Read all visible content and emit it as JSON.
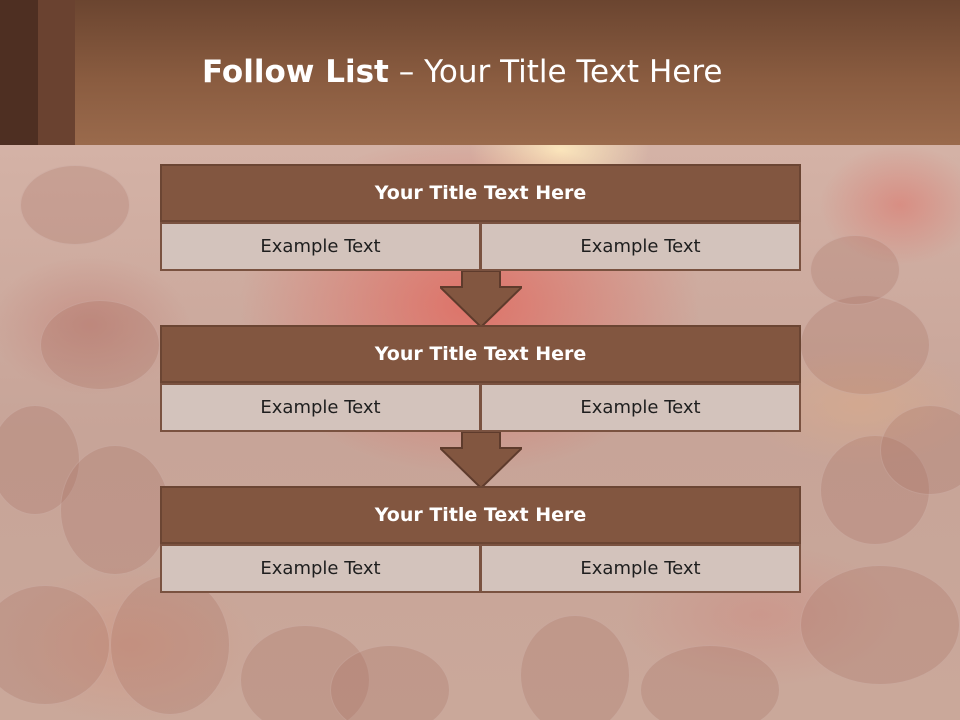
{
  "slide": {
    "title_bold": "Follow List",
    "title_rest": " – Your Title Text Here"
  },
  "blocks": [
    {
      "title": "Your Title Text Here",
      "left": "Example Text",
      "right": "Example Text"
    },
    {
      "title": "Your Title Text Here",
      "left": "Example Text",
      "right": "Example Text"
    },
    {
      "title": "Your Title Text Here",
      "left": "Example Text",
      "right": "Example Text"
    }
  ],
  "colors": {
    "header": "#8a5c40",
    "block_header": "#825640",
    "cell": "#d3c3bc",
    "arrow": "#825640"
  }
}
